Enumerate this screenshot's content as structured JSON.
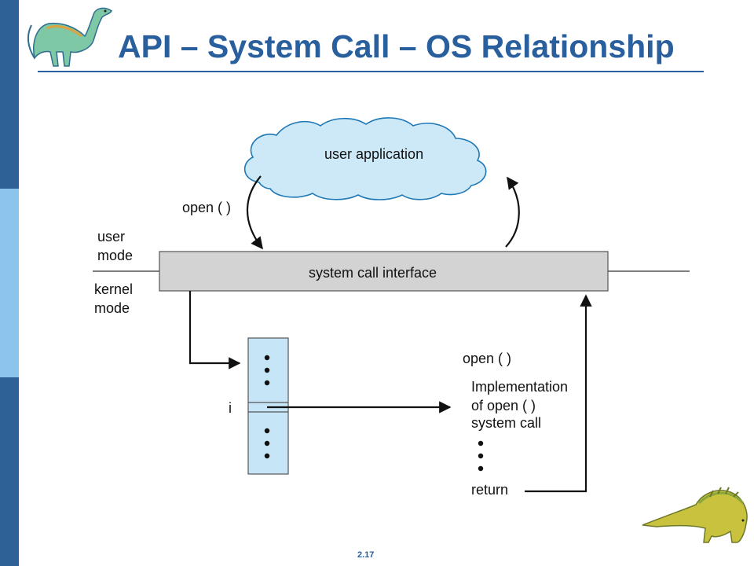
{
  "slide": {
    "title": "API – System Call – OS Relationship",
    "slide_number": "2.17"
  },
  "diagram": {
    "cloud_label": "user application",
    "call_label": "open ( )",
    "user_mode_label_line1": "user",
    "user_mode_label_line2": "mode",
    "kernel_mode_label_line1": "kernel",
    "kernel_mode_label_line2": "mode",
    "interface_label": "system call interface",
    "table_index_label": "i",
    "impl_name_label": "open ( )",
    "impl_line1": "Implementation",
    "impl_line2": "of open ( )",
    "impl_line3": "system call",
    "return_label": "return"
  },
  "colors": {
    "sidebar_dark": "#2e6297",
    "sidebar_light": "#8bc4ec",
    "title": "#2a5f9e",
    "cloud_fill": "#cde9f8",
    "table_fill": "#c6e6f7",
    "interface_fill": "#d3d3d3"
  }
}
